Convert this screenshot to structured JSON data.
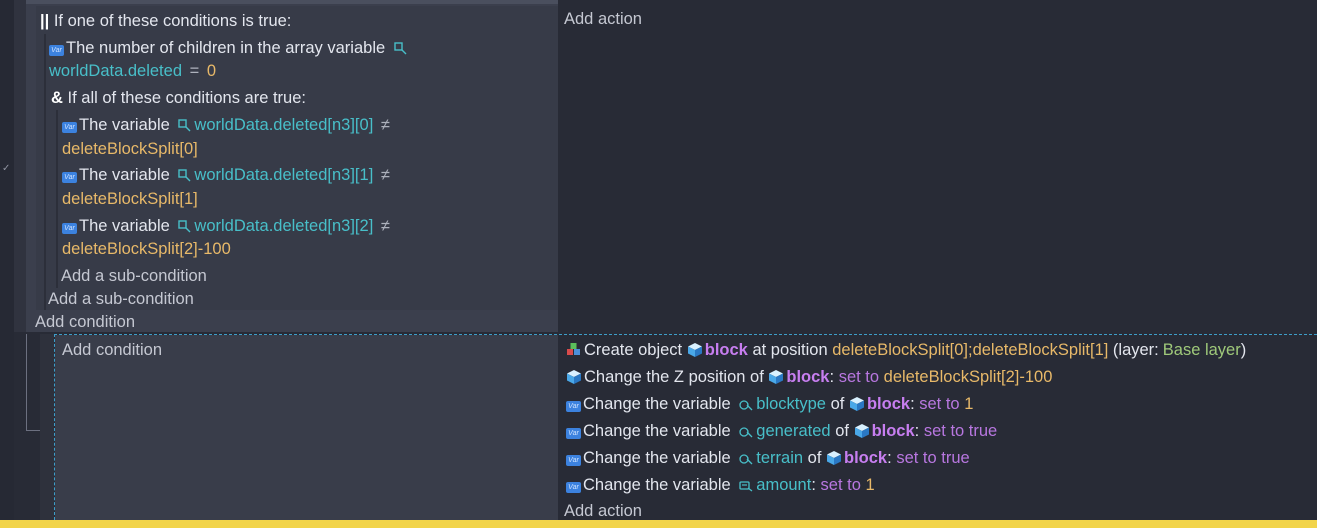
{
  "conditions_block": {
    "or_header": "If one of these conditions is true:",
    "or_symbol": "||",
    "cond1": {
      "text": "The number of children in the array variable",
      "variable": "worldData.deleted",
      "op": "=",
      "value": "0"
    },
    "and_symbol": "&",
    "and_header": "If all of these conditions are true:",
    "sub_conditions": [
      {
        "text": "The variable",
        "variable": "worldData.deleted[n3][0]",
        "op": "≠",
        "value": "deleteBlockSplit[0]"
      },
      {
        "text": "The variable",
        "variable": "worldData.deleted[n3][1]",
        "op": "≠",
        "value": "deleteBlockSplit[1]"
      },
      {
        "text": "The variable",
        "variable": "worldData.deleted[n3][2]",
        "op": "≠",
        "value": "deleteBlockSplit[2]-100"
      }
    ],
    "add_sub_condition_inner": "Add a sub-condition",
    "add_sub_condition_outer": "Add a sub-condition",
    "add_condition": "Add condition"
  },
  "top_actions": {
    "add_action": "Add action"
  },
  "lower_block": {
    "add_condition": "Add condition",
    "create": {
      "prefix": "Create object",
      "object": "block",
      "mid": "at position",
      "position": "deleteBlockSplit[0];deleteBlockSplit[1]",
      "layer_open": "(layer:",
      "layer": "Base layer",
      "layer_close": ")"
    },
    "zpos": {
      "prefix": "Change the Z position of",
      "object": "block",
      "colon": ":",
      "op": "set to",
      "value": "deleteBlockSplit[2]-100"
    },
    "var_actions": [
      {
        "prefix": "Change the variable",
        "variable": "blocktype",
        "of": "of",
        "object": "block",
        "colon": ":",
        "op": "set to",
        "value": "1"
      },
      {
        "prefix": "Change the variable",
        "variable": "generated",
        "of": "of",
        "object": "block",
        "colon": ":",
        "op": "set to true",
        "value": ""
      },
      {
        "prefix": "Change the variable",
        "variable": "terrain",
        "of": "of",
        "object": "block",
        "colon": ":",
        "op": "set to true",
        "value": ""
      }
    ],
    "amount": {
      "prefix": "Change the variable",
      "variable": "amount",
      "colon": ":",
      "op": "set to",
      "value": "1"
    },
    "add_action": "Add action"
  },
  "colors": {
    "background": "#282b36",
    "panel": "#3b3f4d",
    "teal": "#48bfc9",
    "orange": "#e8b969",
    "purple": "#b877e0",
    "warning_bar": "#f2d44a"
  }
}
